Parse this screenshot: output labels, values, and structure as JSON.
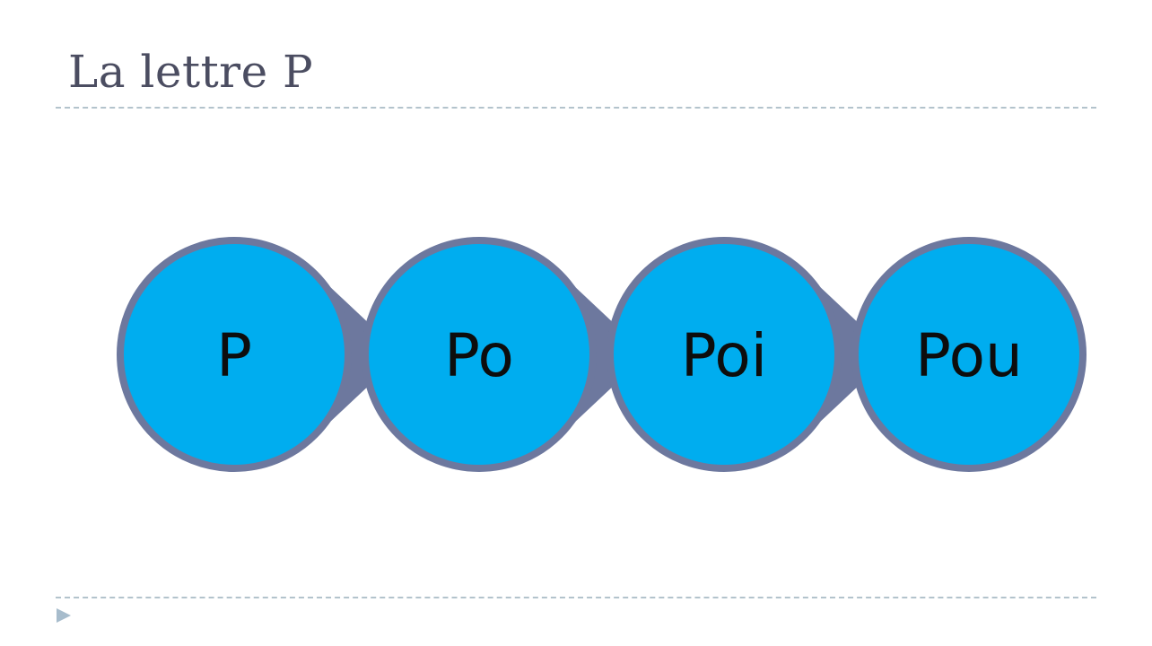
{
  "slide": {
    "title": "La lettre P"
  },
  "diagram": {
    "steps": [
      "P",
      "Po",
      "Poi",
      "Pou"
    ],
    "circle_fill": "#00adef",
    "circle_border": "#6d789e",
    "connector_fill": "#6d789e"
  },
  "colors": {
    "title": "#4b4d61",
    "rule": "#b3c3cc",
    "nav_arrow": "#a7bccc"
  }
}
